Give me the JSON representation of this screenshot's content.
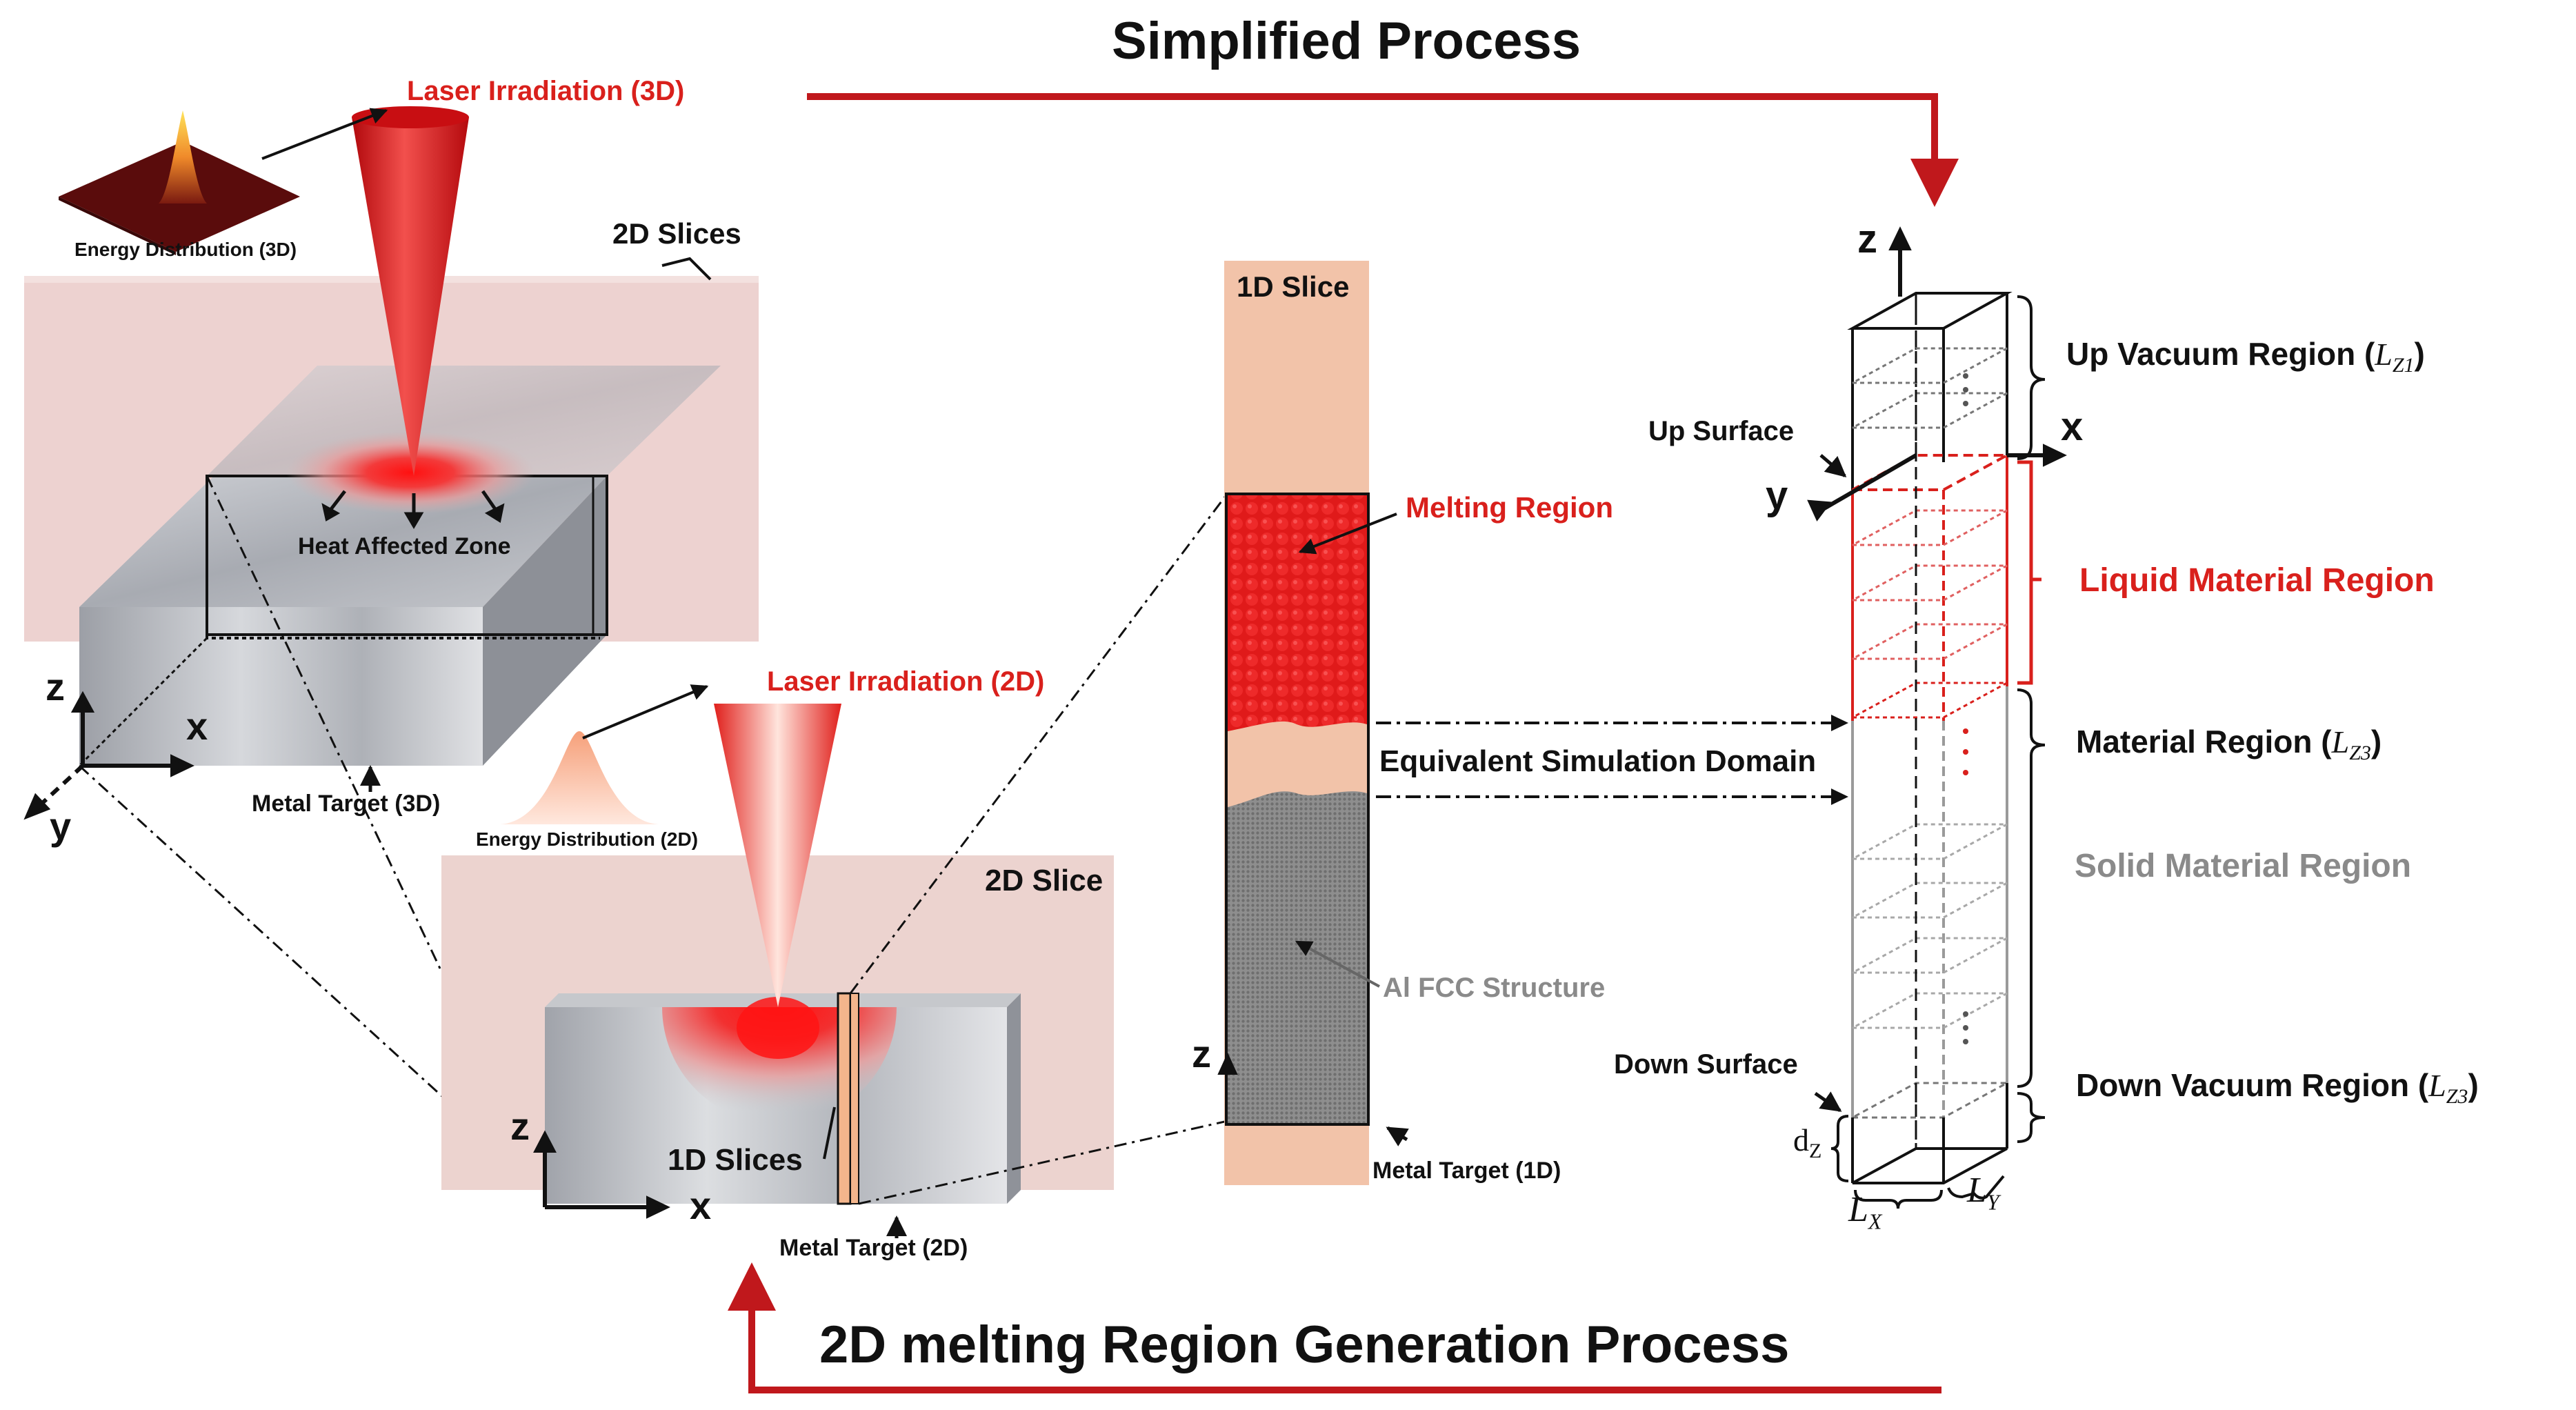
{
  "titles": {
    "top": "Simplified Process",
    "bottom": "2D melting Region Generation Process"
  },
  "panel3d": {
    "laser": "Laser Irradiation (3D)",
    "energy": "Energy Distribution (3D)",
    "slices": "2D Slices",
    "haz": "Heat Affected Zone",
    "target": "Metal Target (3D)",
    "axis_z": "z",
    "axis_x": "x",
    "axis_y": "y"
  },
  "panel2d": {
    "laser": "Laser Irradiation (2D)",
    "energy": "Energy Distribution (2D)",
    "slice": "2D Slice",
    "slices1d": "1D Slices",
    "target": "Metal Target (2D)",
    "axis_z": "z",
    "axis_x": "x"
  },
  "panel1d": {
    "slice": "1D Slice",
    "melting": "Melting Region",
    "equivalent": "Equivalent Simulation Domain",
    "fcc": "Al FCC Structure",
    "target": "Metal Target (1D)",
    "axis_z": "z"
  },
  "domain": {
    "axis_z": "z",
    "axis_x": "x",
    "axis_y": "y",
    "up_vacuum": "Up Vacuum Region (",
    "up_vacuum_sym": "L",
    "up_vacuum_sub": "Z1",
    "up_surface": "Up Surface",
    "liquid": "Liquid Material Region",
    "material": "Material Region (",
    "material_sym": "L",
    "material_sub": "Z3",
    "solid": "Solid Material Region",
    "down_surface": "Down Surface",
    "down_vacuum": "Down Vacuum Region (",
    "down_vacuum_sym": "L",
    "down_vacuum_sub": "Z3",
    "dz": "d",
    "dz_sub": "Z",
    "lx": "L",
    "lx_sub": "X",
    "ly": "L",
    "ly_sub": "Y",
    "close_paren": ")"
  },
  "colors": {
    "accent_red": "#c0181c",
    "label_red": "#d9201c",
    "slice_pink": "#f2c6b2",
    "melt_red": "#e21b1b",
    "solid_gray": "#8a8a8a"
  }
}
